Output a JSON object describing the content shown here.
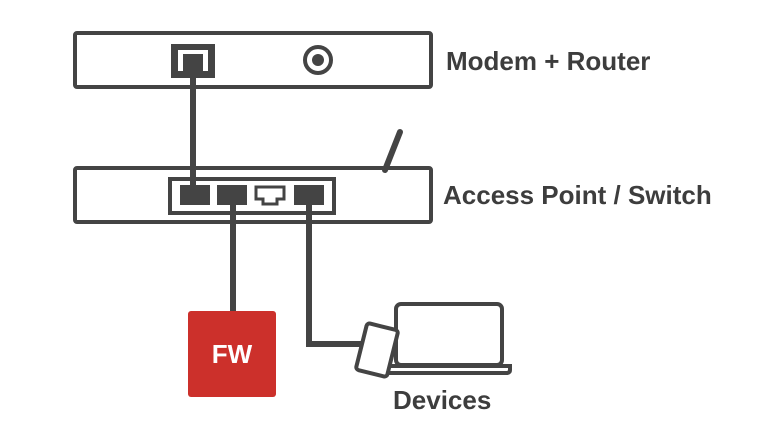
{
  "colors": {
    "line": "#444444",
    "fw_fill": "#cc302b",
    "fw_text": "#ffffff",
    "label": "#3d3d3d"
  },
  "labels": {
    "modem_router": "Modem + Router",
    "access_point_switch": "Access Point / Switch",
    "devices": "Devices",
    "firewall": "FW"
  },
  "nodes": [
    {
      "id": "modem-router",
      "label": "Modem + Router"
    },
    {
      "id": "access-point-switch",
      "label": "Access Point / Switch"
    },
    {
      "id": "firewall",
      "label": "FW"
    },
    {
      "id": "devices",
      "label": "Devices"
    }
  ],
  "edges": [
    {
      "from": "modem-router",
      "to": "access-point-switch"
    },
    {
      "from": "access-point-switch",
      "to": "firewall"
    },
    {
      "from": "access-point-switch",
      "to": "devices"
    }
  ],
  "icons": [
    "ethernet-port-icon",
    "coax-port-icon",
    "antenna-icon",
    "smartphone-icon",
    "laptop-icon"
  ]
}
